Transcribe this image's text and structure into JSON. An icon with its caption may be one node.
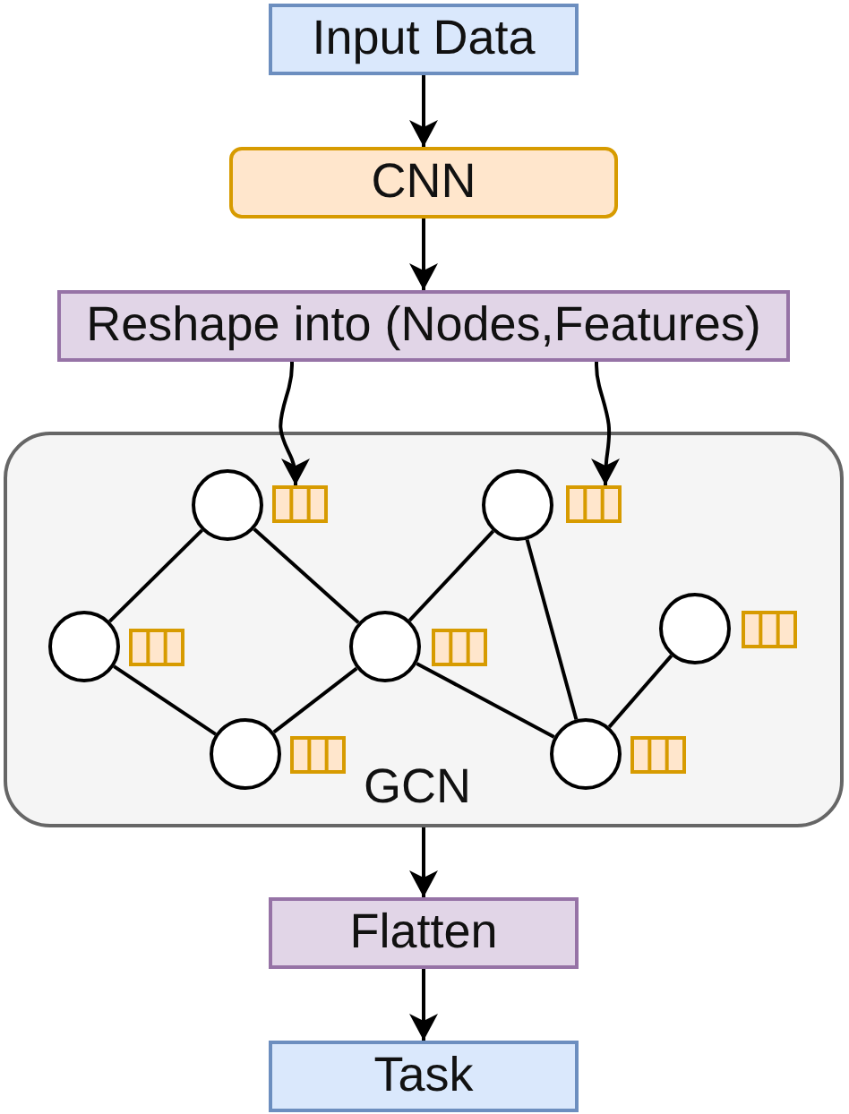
{
  "diagram": {
    "nodes": [
      {
        "text": [
          "Input Data"
        ]
      },
      {
        "text": [
          "CNN"
        ]
      },
      {
        "text": [
          "Reshape into (Nodes,Features)"
        ]
      },
      {
        "text": [
          "GCN"
        ]
      },
      {
        "text": [],
        "shape": "circle",
        "in": 3
      },
      {
        "text": [],
        "shape": "box",
        "in": 3
      },
      {
        "text": [],
        "shape": "circle",
        "in": 3
      },
      {
        "text": [],
        "shape": "box",
        "in": 3
      },
      {
        "text": [],
        "shape": "circle",
        "in": 3
      },
      {
        "text": [],
        "shape": "box",
        "in": 3
      },
      {
        "text": [],
        "shape": "circle",
        "in": 3
      },
      {
        "text": [],
        "shape": "box",
        "in": 3
      },
      {
        "text": [],
        "shape": "circle",
        "in": 3
      },
      {
        "text": [],
        "shape": "box",
        "in": 3
      },
      {
        "text": [],
        "shape": "circle",
        "in": 3
      },
      {
        "text": [],
        "shape": "box",
        "in": 3
      },
      {
        "text": [],
        "shape": "circle",
        "in": 3
      },
      {
        "text": [],
        "shape": "box",
        "in": 3
      },
      {
        "text": [
          "Flatten"
        ]
      },
      {
        "text": [
          "Task"
        ]
      }
    ],
    "edges": [
      {
        "from": 0,
        "to": 1,
        "arrow": "to"
      },
      {
        "from": 1,
        "to": 2,
        "arrow": "to"
      },
      {
        "from": 2,
        "to": 5,
        "arrow": "to"
      },
      {
        "from": 2,
        "to": 7,
        "arrow": "to"
      },
      {
        "from": 4,
        "to": 8,
        "arrow": "none"
      },
      {
        "from": 4,
        "to": 10,
        "arrow": "none"
      },
      {
        "from": 8,
        "to": 14,
        "arrow": "none"
      },
      {
        "from": 14,
        "to": 10,
        "arrow": "none"
      },
      {
        "from": 10,
        "to": 6,
        "arrow": "none"
      },
      {
        "from": 10,
        "to": 16,
        "arrow": "none"
      },
      {
        "from": 6,
        "to": 16,
        "arrow": "none"
      },
      {
        "from": 16,
        "to": 12,
        "arrow": "none"
      },
      {
        "from": 3,
        "to": 18,
        "arrow": "to"
      },
      {
        "from": 18,
        "to": 19,
        "arrow": "to"
      }
    ]
  }
}
